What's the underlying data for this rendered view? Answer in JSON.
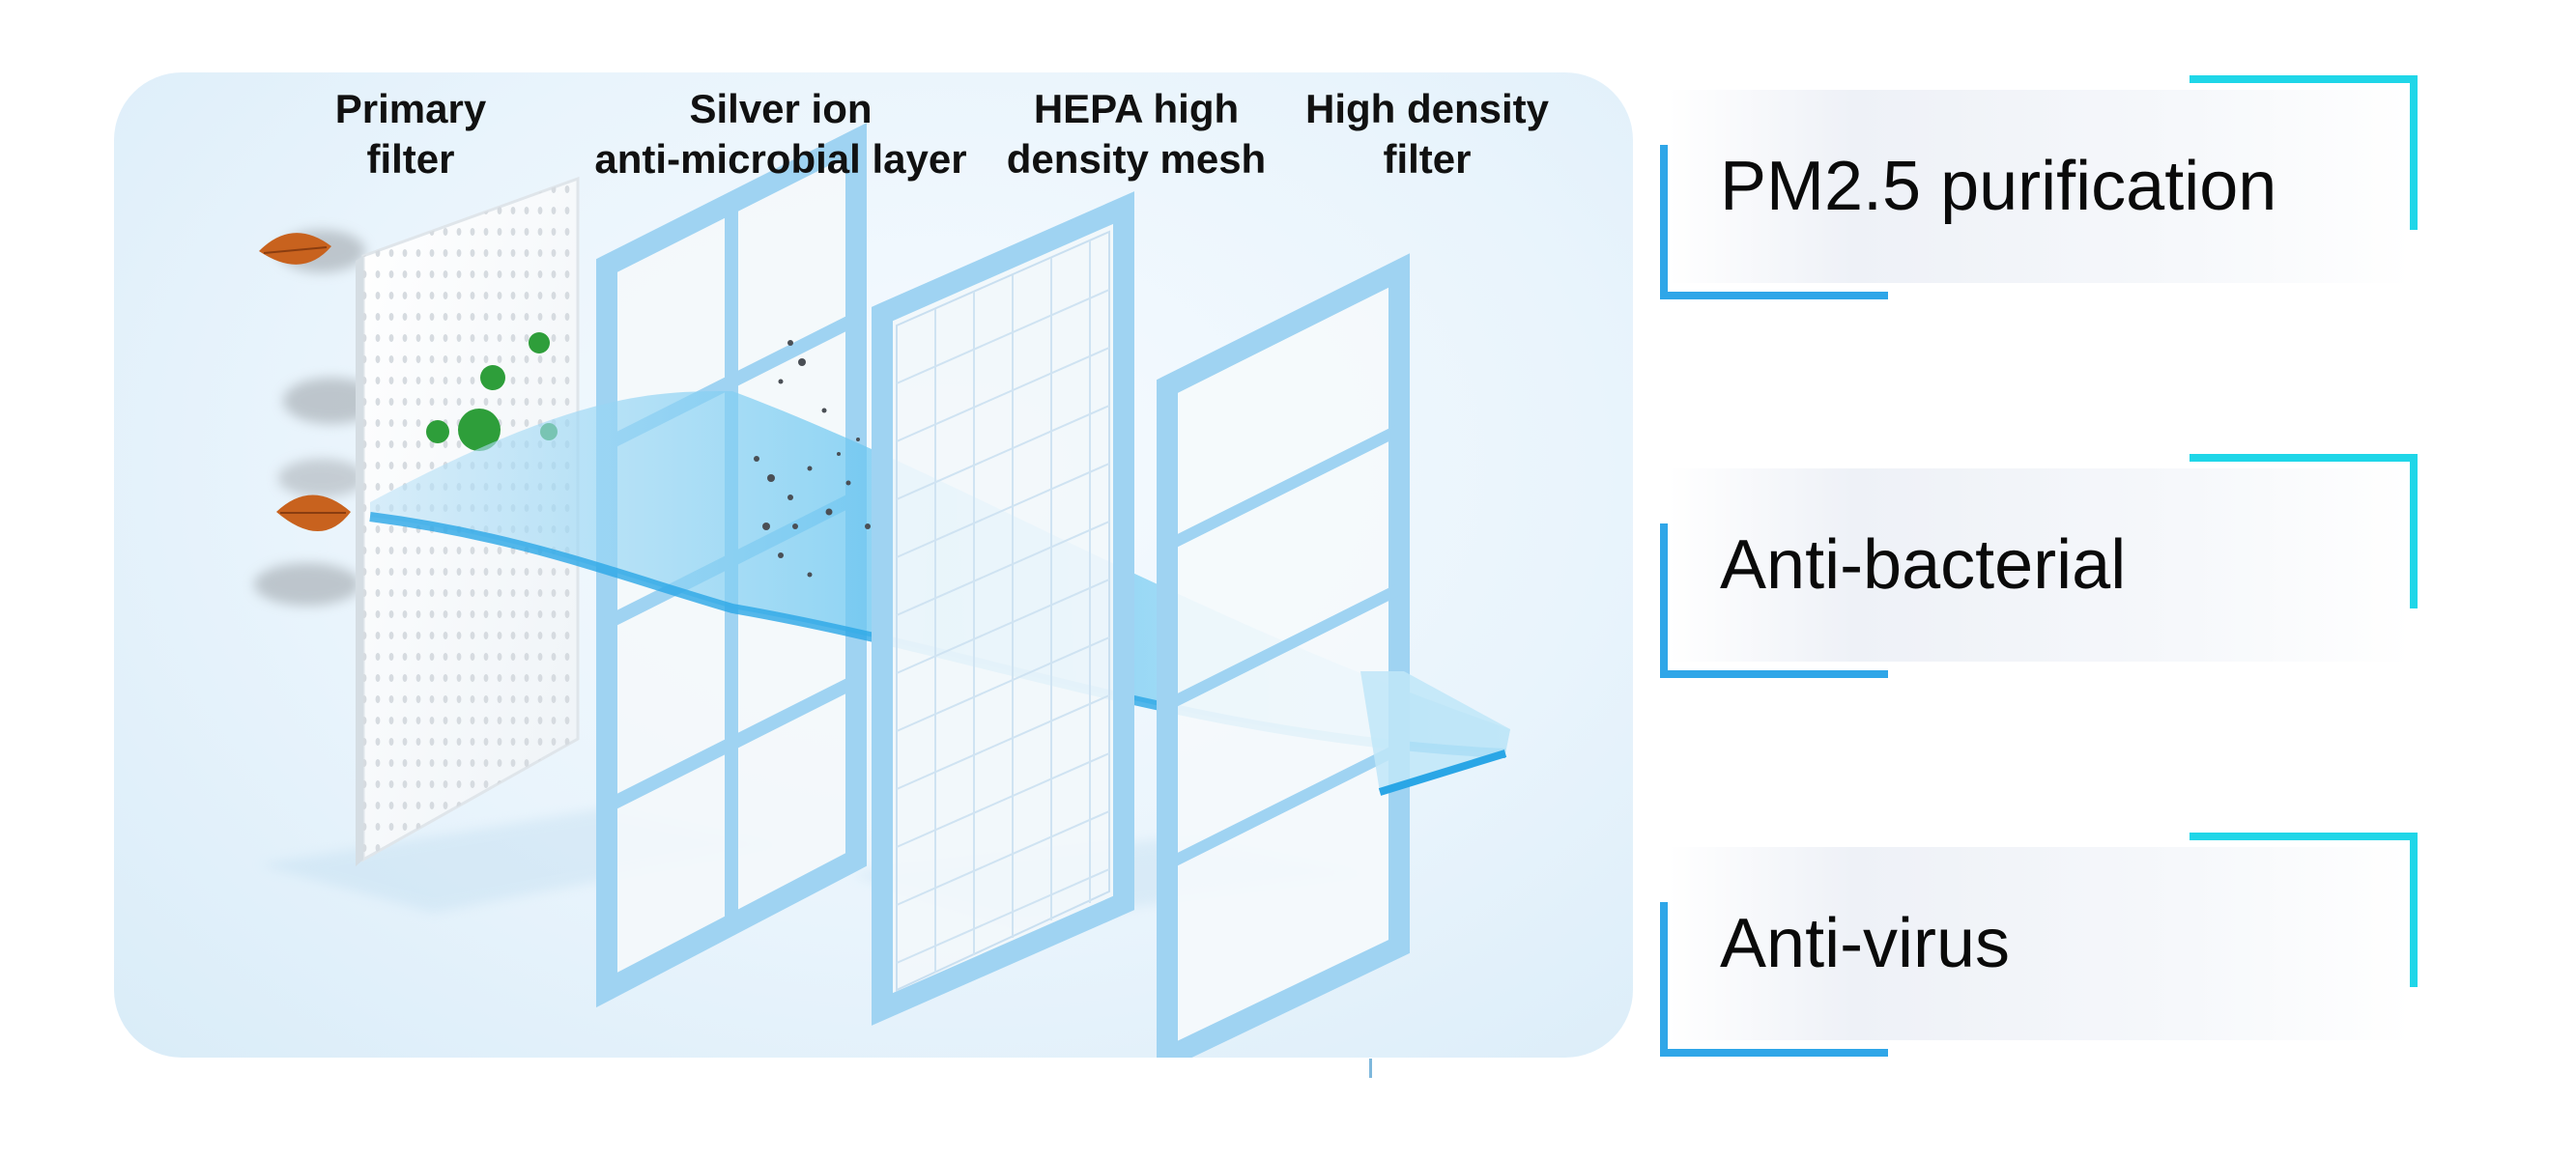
{
  "filter_layers": [
    {
      "line1": "Primary",
      "line2": "filter"
    },
    {
      "line1": "Silver ion",
      "line2": "anti-microbial layer"
    },
    {
      "line1": "HEPA high",
      "line2": "density mesh"
    },
    {
      "line1": "High density",
      "line2": "filter"
    }
  ],
  "features": [
    {
      "label": "PM2.5 purification"
    },
    {
      "label": "Anti-bacterial"
    },
    {
      "label": "Anti-virus"
    }
  ],
  "colors": {
    "accent_cyan": "#1fd6e8",
    "accent_blue": "#2fa6e8",
    "frame_blue": "#9fd3f2",
    "airflow_blue": "#3cb4ec",
    "germ_green": "#2e9e3a",
    "leaf_orange": "#c8621e"
  }
}
